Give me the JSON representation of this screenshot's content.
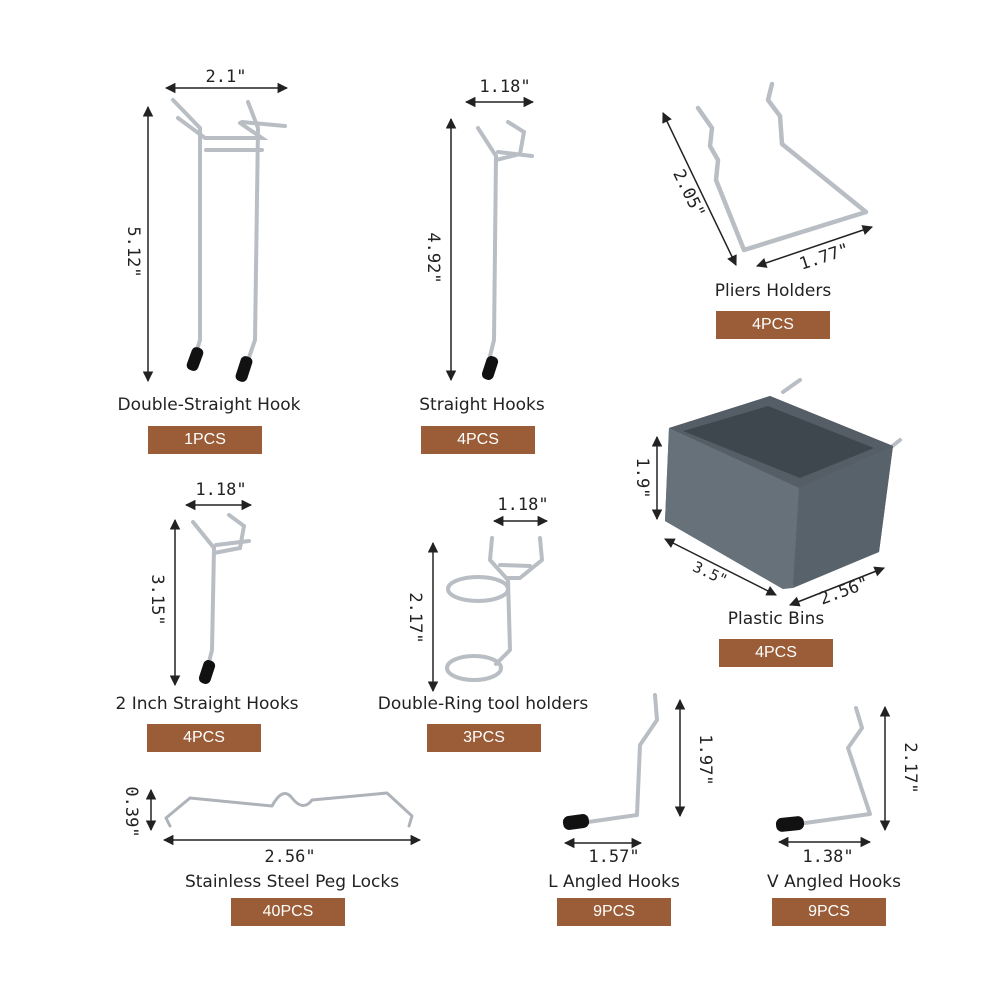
{
  "badge_color": "#9a5d37",
  "items": [
    {
      "name": "Double-Straight Hook",
      "qty": "1PCS",
      "dims": [
        "2.1\"",
        "5.12\""
      ]
    },
    {
      "name": "Straight Hooks",
      "qty": "4PCS",
      "dims": [
        "1.18\"",
        "4.92\""
      ]
    },
    {
      "name": "Pliers Holders",
      "qty": "4PCS",
      "dims": [
        "2.05\"",
        "1.77\""
      ]
    },
    {
      "name": "2 Inch Straight Hooks",
      "qty": "4PCS",
      "dims": [
        "1.18\"",
        "3.15\""
      ]
    },
    {
      "name": "Double-Ring tool holders",
      "qty": "3PCS",
      "dims": [
        "1.18\"",
        "2.17\""
      ]
    },
    {
      "name": "Plastic Bins",
      "qty": "4PCS",
      "dims": [
        "1.9\"",
        "3.5\"",
        "2.56\""
      ]
    },
    {
      "name": "Stainless Steel Peg Locks",
      "qty": "40PCS",
      "dims": [
        "0.39\"",
        "2.56\""
      ]
    },
    {
      "name": "L Angled Hooks",
      "qty": "9PCS",
      "dims": [
        "1.97\"",
        "1.57\""
      ]
    },
    {
      "name": "V Angled Hooks",
      "qty": "9PCS",
      "dims": [
        "2.17\"",
        "1.38\""
      ]
    }
  ]
}
